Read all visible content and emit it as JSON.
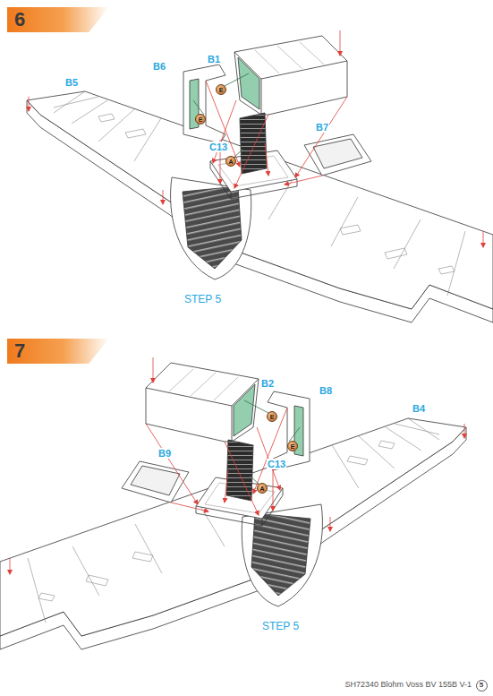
{
  "diagram": {
    "nodes": [
      {
        "text": [
          "6"
        ]
      },
      {
        "text": [
          "E"
        ]
      },
      {
        "text": [
          "E"
        ]
      },
      {
        "text": [
          "A"
        ]
      },
      {
        "text": [
          "7"
        ]
      },
      {
        "text": [
          "E"
        ]
      },
      {
        "text": [
          "E"
        ]
      },
      {
        "text": [
          "A"
        ]
      },
      {
        "text": [
          "5"
        ]
      }
    ],
    "labels": [
      "B1",
      "B6",
      "B5",
      "C13",
      "B7",
      "STEP 5",
      "B2",
      "B8",
      "B4",
      "C13",
      "B9",
      "STEP 5",
      "SH72340 Blohm Voss BV 155B V-1"
    ]
  }
}
